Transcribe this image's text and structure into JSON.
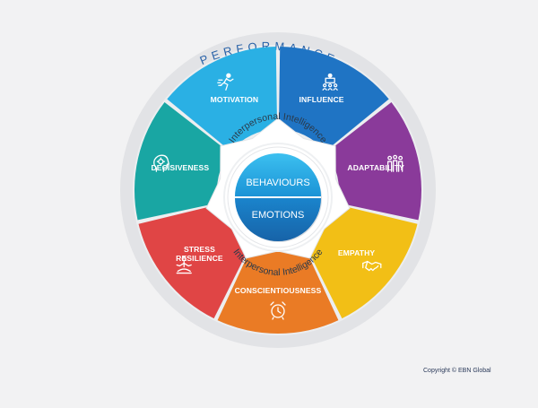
{
  "performance_label": "PERFORMANCE",
  "arc_top_label": "Interpersonal Intelligence",
  "arc_bottom_label": "Interpersonal Intelligence",
  "center": {
    "top": "BEHAVIOURS",
    "bottom": "EMOTIONS"
  },
  "segments": [
    {
      "id": "influence",
      "lines": [
        "INFLUENCE"
      ],
      "color": "#1f74c4",
      "icon": "presenter-audience-icon"
    },
    {
      "id": "adaptability",
      "lines": [
        "ADAPTABILITY"
      ],
      "color": "#8a3a9a",
      "icon": "group-people-icon"
    },
    {
      "id": "empathy",
      "lines": [
        "EMPATHY"
      ],
      "color": "#f2bf16",
      "icon": "handshake-icon"
    },
    {
      "id": "conscientiousness",
      "lines": [
        "CONSCIENTIOUSNESS"
      ],
      "color": "#ea7b25",
      "icon": "alarm-clock-icon"
    },
    {
      "id": "stress-resilience",
      "lines": [
        "STRESS",
        "RESILIENCE"
      ],
      "color": "#e04545",
      "icon": "meditation-icon"
    },
    {
      "id": "decisiveness",
      "lines": [
        "DECISIVENESS"
      ],
      "color": "#19a6a3",
      "icon": "head-gear-icon"
    },
    {
      "id": "motivation",
      "lines": [
        "MOTIVATION"
      ],
      "color": "#2ab0e4",
      "icon": "running-person-icon"
    }
  ],
  "copyright": "Copyright © EBN Global"
}
